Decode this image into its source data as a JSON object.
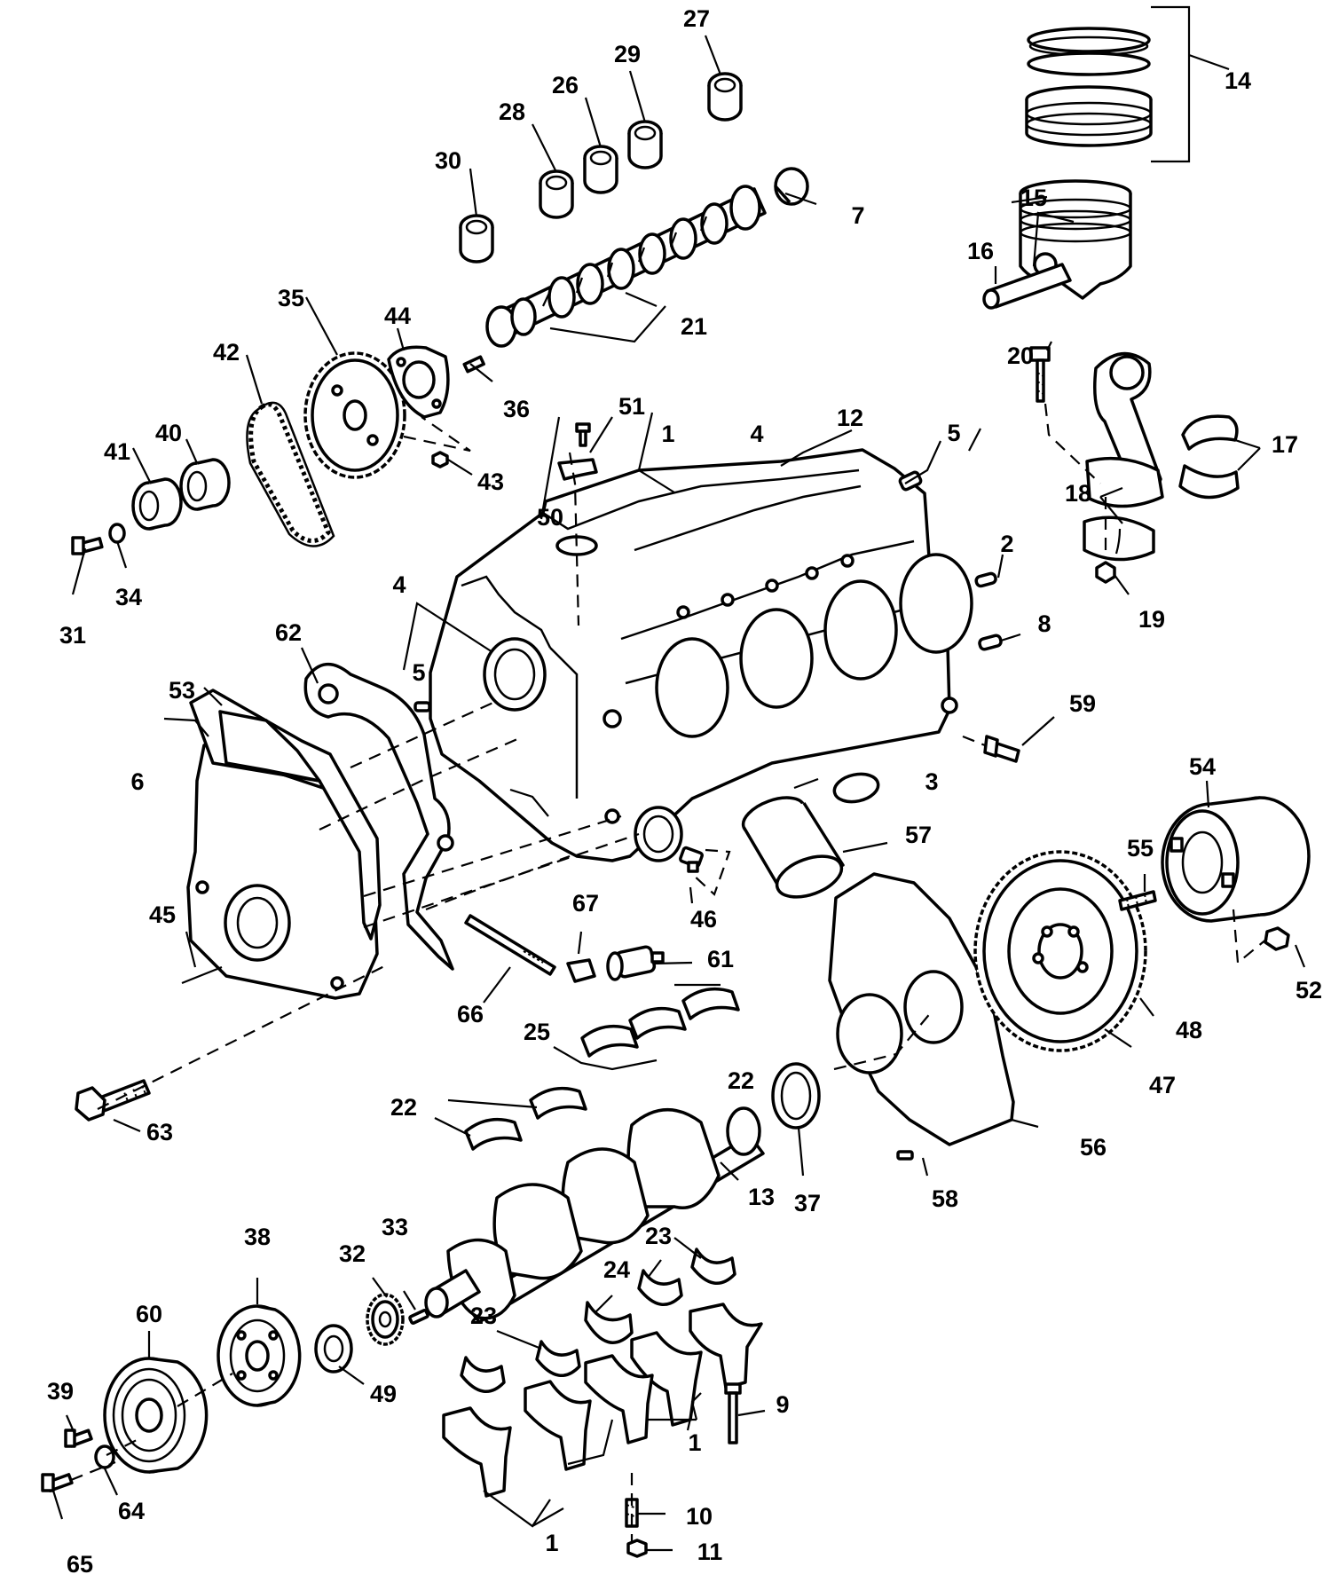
{
  "labels": [
    {
      "id": "1",
      "text": "1"
    },
    {
      "id": "1b",
      "text": "1"
    },
    {
      "id": "1c",
      "text": "1"
    },
    {
      "id": "2",
      "text": "2"
    },
    {
      "id": "3",
      "text": "3"
    },
    {
      "id": "4a",
      "text": "4"
    },
    {
      "id": "4b",
      "text": "4"
    },
    {
      "id": "5a",
      "text": "5"
    },
    {
      "id": "5b",
      "text": "5"
    },
    {
      "id": "6",
      "text": "6"
    },
    {
      "id": "7",
      "text": "7"
    },
    {
      "id": "8",
      "text": "8"
    },
    {
      "id": "9",
      "text": "9"
    },
    {
      "id": "10",
      "text": "10"
    },
    {
      "id": "11",
      "text": "11"
    },
    {
      "id": "12",
      "text": "12"
    },
    {
      "id": "13",
      "text": "13"
    },
    {
      "id": "14",
      "text": "14"
    },
    {
      "id": "15",
      "text": "15"
    },
    {
      "id": "16",
      "text": "16"
    },
    {
      "id": "17",
      "text": "17"
    },
    {
      "id": "18",
      "text": "18"
    },
    {
      "id": "19",
      "text": "19"
    },
    {
      "id": "20",
      "text": "20"
    },
    {
      "id": "21",
      "text": "21"
    },
    {
      "id": "22a",
      "text": "22"
    },
    {
      "id": "22b",
      "text": "22"
    },
    {
      "id": "23a",
      "text": "23"
    },
    {
      "id": "23b",
      "text": "23"
    },
    {
      "id": "24",
      "text": "24"
    },
    {
      "id": "25",
      "text": "25"
    },
    {
      "id": "26",
      "text": "26"
    },
    {
      "id": "27",
      "text": "27"
    },
    {
      "id": "28",
      "text": "28"
    },
    {
      "id": "29",
      "text": "29"
    },
    {
      "id": "30",
      "text": "30"
    },
    {
      "id": "31",
      "text": "31"
    },
    {
      "id": "32",
      "text": "32"
    },
    {
      "id": "33",
      "text": "33"
    },
    {
      "id": "34",
      "text": "34"
    },
    {
      "id": "35",
      "text": "35"
    },
    {
      "id": "36",
      "text": "36"
    },
    {
      "id": "37",
      "text": "37"
    },
    {
      "id": "38",
      "text": "38"
    },
    {
      "id": "39",
      "text": "39"
    },
    {
      "id": "40",
      "text": "40"
    },
    {
      "id": "41",
      "text": "41"
    },
    {
      "id": "42",
      "text": "42"
    },
    {
      "id": "43",
      "text": "43"
    },
    {
      "id": "44",
      "text": "44"
    },
    {
      "id": "45",
      "text": "45"
    },
    {
      "id": "46",
      "text": "46"
    },
    {
      "id": "47",
      "text": "47"
    },
    {
      "id": "48",
      "text": "48"
    },
    {
      "id": "49",
      "text": "49"
    },
    {
      "id": "50",
      "text": "50"
    },
    {
      "id": "51",
      "text": "51"
    },
    {
      "id": "52",
      "text": "52"
    },
    {
      "id": "53",
      "text": "53"
    },
    {
      "id": "54",
      "text": "54"
    },
    {
      "id": "55",
      "text": "55"
    },
    {
      "id": "56",
      "text": "56"
    },
    {
      "id": "57",
      "text": "57"
    },
    {
      "id": "58",
      "text": "58"
    },
    {
      "id": "59",
      "text": "59"
    },
    {
      "id": "60",
      "text": "60"
    },
    {
      "id": "61",
      "text": "61"
    },
    {
      "id": "62",
      "text": "62"
    },
    {
      "id": "63",
      "text": "63"
    },
    {
      "id": "64",
      "text": "64"
    },
    {
      "id": "65",
      "text": "65"
    },
    {
      "id": "66",
      "text": "66"
    },
    {
      "id": "67",
      "text": "67"
    }
  ]
}
